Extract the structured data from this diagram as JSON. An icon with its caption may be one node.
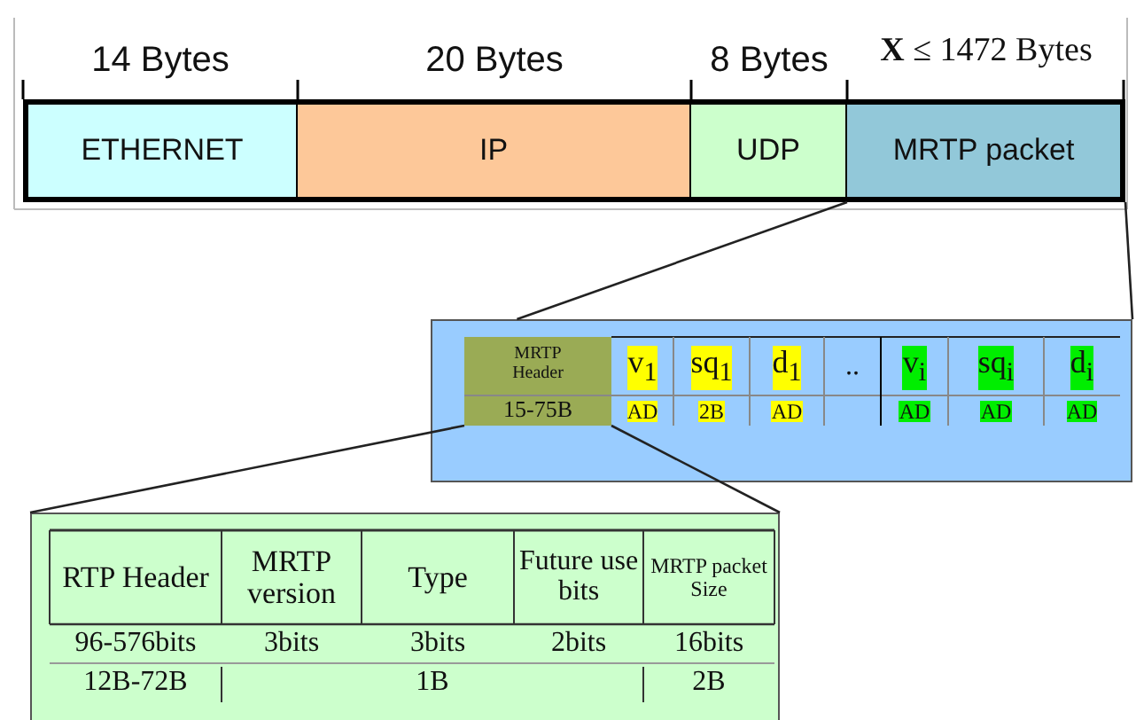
{
  "diagram": {
    "nodes": [
      {
        "text": [
          "ETHERNET"
        ]
      },
      {
        "text": [
          "IP"
        ]
      },
      {
        "text": [
          "UDP"
        ]
      },
      {
        "text": [
          "MRTP packet"
        ]
      },
      {
        "text": [],
        "shape": "box"
      },
      {
        "text": [
          "MRTP Header",
          "15-75B"
        ],
        "in": 4
      },
      {
        "text": [],
        "shape": "box"
      }
    ],
    "edges": [
      {
        "from": 3,
        "to": 4,
        "arrow": "none"
      },
      {
        "from": 3,
        "to": 4,
        "arrow": "none"
      },
      {
        "from": 5,
        "to": 6,
        "arrow": "none"
      },
      {
        "from": 5,
        "to": 6,
        "arrow": "none"
      }
    ],
    "labels": [
      "14 Bytes",
      "20 Bytes",
      "8 Bytes",
      "**X** ≤ 1472 Bytes",
      "v$_{1}$",
      "sq$_{1}$",
      "d$_{1}$",
      "..",
      "v$_{i}$",
      "sq$_{i}$",
      "d$_{i}$",
      "AD",
      "2B",
      "AD",
      "AD",
      "AD",
      "AD",
      "RTP Header",
      "MRTP version",
      "Type",
      "Future use bits",
      "MRTP packet Size",
      "96-576bits",
      "3bits",
      "3bits",
      "2bits",
      "16bits",
      "12B-72B",
      "1B",
      "2B"
    ]
  }
}
